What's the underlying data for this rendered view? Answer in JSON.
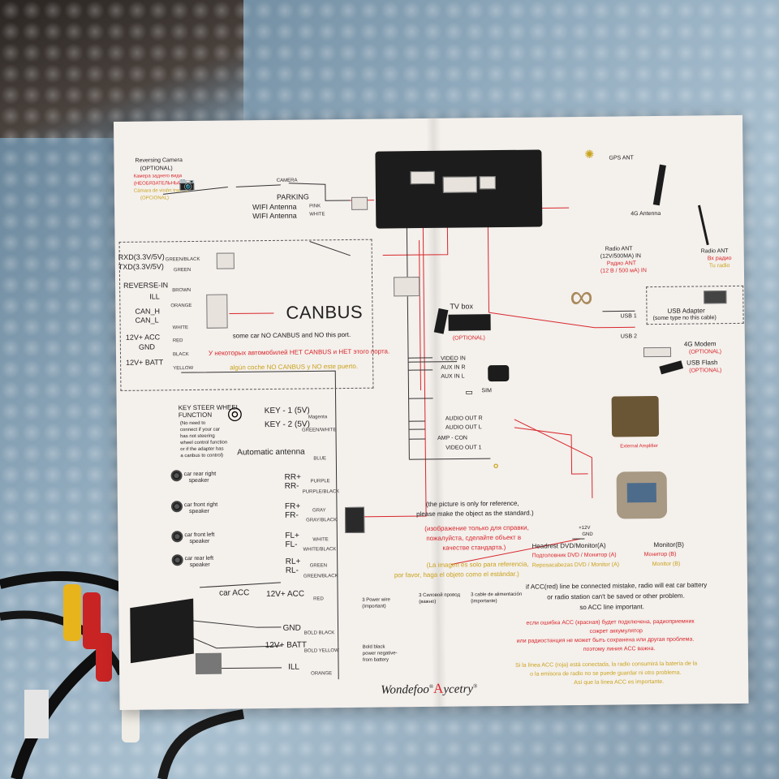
{
  "sheet": {
    "reverse_camera": {
      "title": "Reversing Camera",
      "optional": "(OPTIONAL)",
      "ru": "Камера заднего вида",
      "ru_optional": "(НЕОБЯЗАТЕЛЬНЫЙ)",
      "es": "Cámara de visión trasera",
      "es_optional": "(OPCIONAL)",
      "camera_label": "CAMERA",
      "parking": "PARKING",
      "wifi_1": "WIFI Antenna",
      "wifi_2": "WIFI Antenna",
      "pink": "PINK",
      "white": "WHITE"
    },
    "serial": {
      "rxd": "RXD(3.3V/5V)",
      "txd": "TXD(3.3V/5V)",
      "green_black": "GREEN/BLACK",
      "green": "GREEN"
    },
    "canbus_block": {
      "reverse_in": "REVERSE-IN",
      "ill": "ILL",
      "can_h": "CAN_H",
      "can_l": "CAN_L",
      "acc": "12V+ ACC",
      "gnd": "GND",
      "batt": "12V+ BATT",
      "brown": "BROWN",
      "orange": "ORANGE",
      "white": "WHITE",
      "red": "RED",
      "black": "BLACK",
      "yellow": "YELLOW",
      "canbus": "CANBUS",
      "note_en": "some car NO CANBUS and NO this port.",
      "note_ru": "У некоторых автомобилей НЕТ CANBUS и НЕТ этого порта.",
      "note_es": "algún coche NO CANBUS y NO este puerto."
    },
    "steer": {
      "title_1": "KEY STEER WHEEL",
      "title_2": "FUNCTION",
      "note_1": "(No need to",
      "note_2": "connect if your car",
      "note_3": "has not steering",
      "note_4": "wheel control function",
      "note_5": "or if the adapter has",
      "note_6": "a canbus to control)",
      "key1": "KEY - 1 (5V)",
      "key2": "KEY - 2 (5V)",
      "magenta": "Magenta",
      "green_white": "GREEN/WHITE"
    },
    "antenna_auto": {
      "label": "Automatic antenna",
      "blue": "BLUE"
    },
    "speakers": [
      {
        "name": "car rear right",
        "sub": "speaker",
        "pos": "RR+",
        "neg": "RR-",
        "wire_pos": "PURPLE",
        "wire_neg": "PURPLE/BLACK"
      },
      {
        "name": "car front right",
        "sub": "speaker",
        "pos": "FR+",
        "neg": "FR-",
        "wire_pos": "GRAY",
        "wire_neg": "GRAY/BLACK"
      },
      {
        "name": "car front left",
        "sub": "speaker",
        "pos": "FL+",
        "neg": "FL-",
        "wire_pos": "WHITE",
        "wire_neg": "WHITE/BLACK"
      },
      {
        "name": "car rear left",
        "sub": "speaker",
        "pos": "RL+",
        "neg": "RL-",
        "wire_pos": "GREEN",
        "wire_neg": "GREEN/BLACK"
      }
    ],
    "power": {
      "car_acc": "car ACC",
      "acc": "12V+ ACC",
      "red": "RED",
      "gnd": "GND",
      "bold_black": "BOLD BLACK",
      "batt": "12V+ BATT",
      "bold_yellow": "BOLD YELLOW",
      "ill": "ILL",
      "orange": "ORANGE"
    },
    "power_notes": [
      {
        "title": "3 Power wire",
        "sub": "(Important)"
      },
      {
        "title": "3 Силовой провод",
        "sub": "(важно)"
      },
      {
        "title": "3 cable de alimentación",
        "sub": "(importante)"
      }
    ],
    "power_detail": {
      "bold_black": "Bold black",
      "power_negative": "power negative-",
      "from_battery": "from battery"
    },
    "right": {
      "gps": "GPS ANT",
      "antenna_4g": "4G Antenna",
      "radio_ant": "Radio ANT",
      "radio_ant_ru": "Вх радио",
      "radio_ant_es": "Tu radio",
      "radio_in": "Radio ANT",
      "radio_in_2": "(12V/500MA) IN",
      "radio_in_ru": "Радио ANT",
      "radio_in_es": "(12 В / 500 мА) IN",
      "tv_box": "TV box",
      "tv_opt": "(OPTIONAL)",
      "video_in": "VIDEO IN",
      "aux_r": "AUX IN R",
      "aux_l": "AUX IN L",
      "sim": "SIM",
      "usb1": "USB 1",
      "usb2": "USB 2",
      "usb_adapter": "USB Adapter",
      "usb_adapter_note": "(some type no this cable)",
      "modem": "4G Modem",
      "modem_opt": "(OPTIONAL)",
      "flash": "USB Flash",
      "flash_opt": "(OPTIONAL)",
      "audio_r": "AUDIO OUT R",
      "audio_l": "AUDIO OUT L",
      "amp_con": "AMP - CON",
      "video_out": "VIDEO OUT 1",
      "amplifier": "External Amplifier",
      "ref_en_1": "(the picture is only for reference,",
      "ref_en_2": "please make the object as the standard.)",
      "ref_ru_1": "(изображение только для справки,",
      "ref_ru_2": "пожалуйста, сделайте объект в",
      "ref_ru_3": "качестве стандарта.)",
      "ref_es_1": "(La imagen es solo para referencia,",
      "ref_es_2": "por favor, haga el objeto como el estándar.)",
      "headrest_12v": "+12V",
      "headrest_gnd": "GND",
      "headrest_a": "Headrest DVD/Monitor(A)",
      "headrest_b": "Monitor(B)",
      "headrest_ru_a": "Подголовник DVD / Монитор (A)",
      "headrest_ru_b": "Монитор (B)",
      "headrest_es_a": "Reposacabezas DVD / Monitor (A)",
      "headrest_es_b": "Monitor (B)",
      "acc_en_1": "if ACC(red) line be connected mistake, radio will eat car battery",
      "acc_en_2": "or radio station can't be saved or other problem.",
      "acc_en_3": "so ACC line important.",
      "acc_ru_1": "если ошибка ACC (красная) будет подключена, радиоприемник",
      "acc_ru_2": "сожрет аккумулятор",
      "acc_ru_3": "или радиостанция не может быть сохранена или другая проблема.",
      "acc_ru_4": "поэтому линия ACC важна.",
      "acc_es_1": "Si la línea ACC (roja) está conectada, la radio consumirá la batería de la",
      "acc_es_2": "o la emisora de radio no se puede guardar ni otro problema.",
      "acc_es_3": "Así que la línea ACC es importante."
    },
    "brand": {
      "left": "Wondefoo",
      "mark": "®",
      "a": "A",
      "right": "ycetry"
    }
  }
}
